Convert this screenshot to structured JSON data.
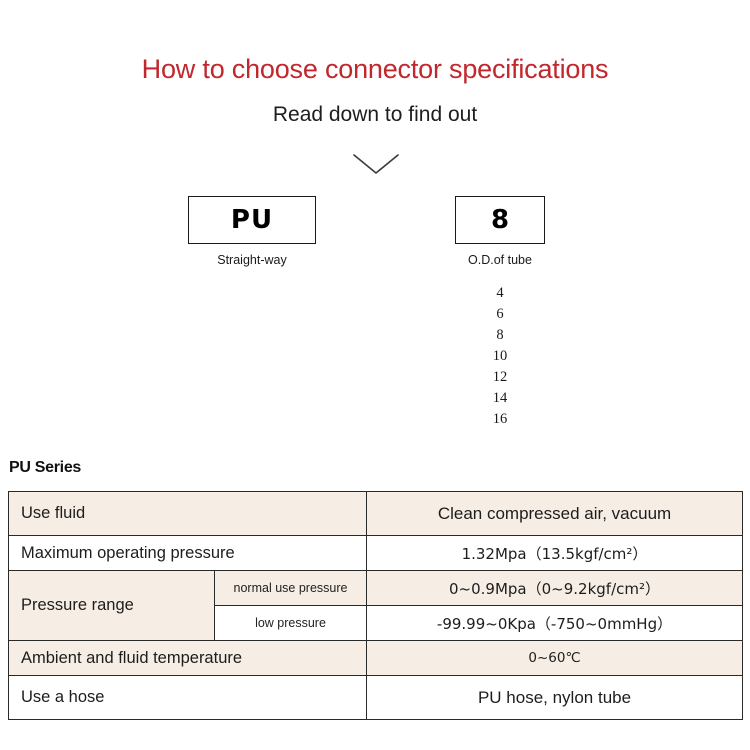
{
  "header": {
    "title": "How to choose connector specifications",
    "subtitle": "Read down to find out",
    "title_color": "#c1272d",
    "chevron_icon": "chevron-down-icon"
  },
  "selector": {
    "series_box": {
      "code": "PU",
      "caption": "Straight-way"
    },
    "size_box": {
      "code": "8",
      "caption": "O.D.of tube",
      "options": [
        "4",
        "6",
        "8",
        "10",
        "12",
        "14",
        "16"
      ]
    }
  },
  "spec": {
    "section_title": "PU Series",
    "row_bg_color": "#f6eee4",
    "rows": [
      {
        "label": "Use fluid",
        "value": "Clean compressed air, vacuum"
      },
      {
        "label": "Maximum operating pressure",
        "value": "1.32Mpa（13.5kgf/cm²）"
      },
      {
        "label": "Pressure range",
        "sub": [
          {
            "label": "normal use pressure",
            "value": "0~0.9Mpa（0~9.2kgf/cm²）"
          },
          {
            "label": "low pressure",
            "value": "-99.99~0Kpa（-750~0mmHg）"
          }
        ]
      },
      {
        "label": "Ambient and fluid temperature",
        "value": "0~60℃"
      },
      {
        "label": "Use a hose",
        "value": "PU hose, nylon tube"
      }
    ]
  }
}
